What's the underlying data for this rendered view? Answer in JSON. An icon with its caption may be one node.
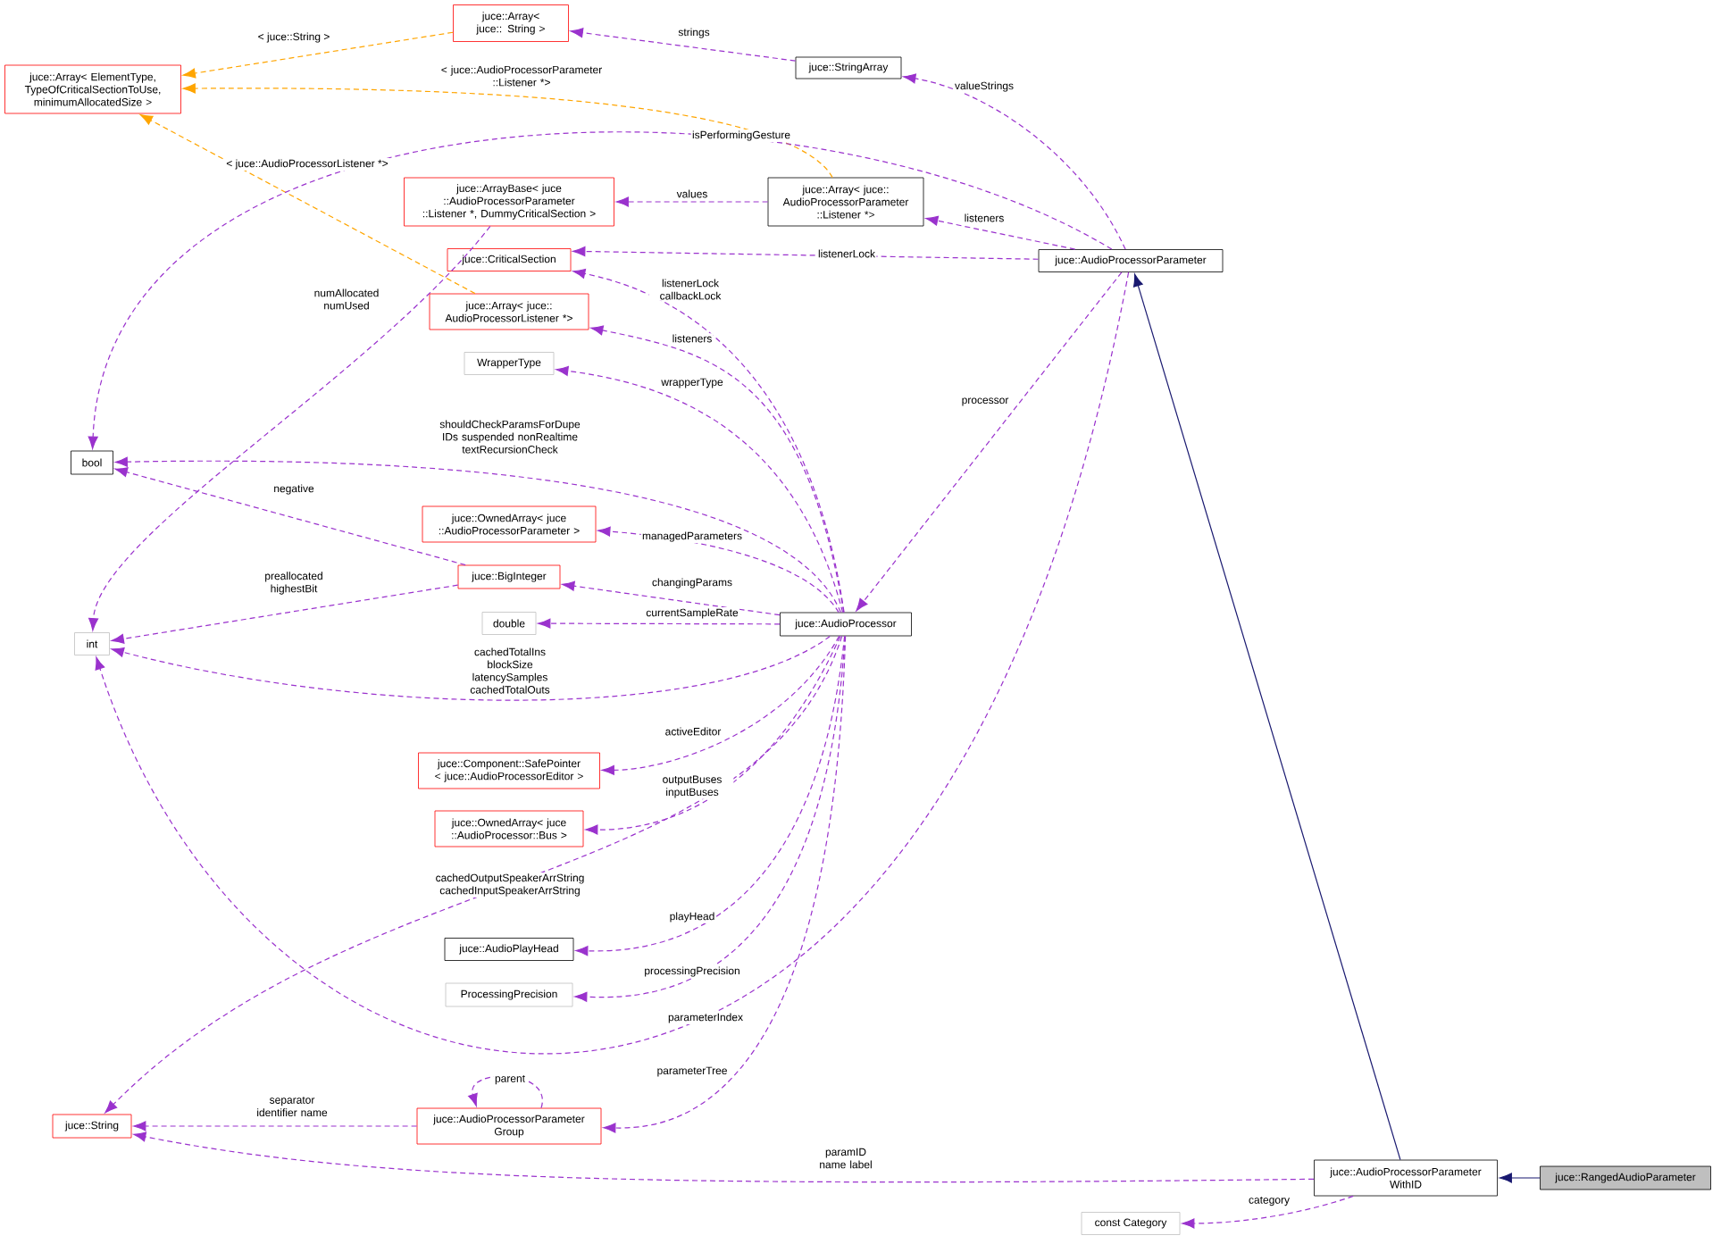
{
  "diagram": {
    "nodes": [
      {
        "text": [
          "juce::Array< ElementType, TypeOfCriticalSectionToUse, minimumAllocatedSize >"
        ]
      },
      {
        "text": [
          "juce::Array< juce:: String >"
        ]
      },
      {
        "text": [
          "juce::StringArray"
        ]
      },
      {
        "text": [
          "juce::ArrayBase< juce ::AudioProcessorParameter ::Listener *, DummyCriticalSection >"
        ]
      },
      {
        "text": [
          "juce::Array< juce:: AudioProcessorParameter ::Listener *>"
        ]
      },
      {
        "text": [
          "juce::CriticalSection"
        ]
      },
      {
        "text": [
          "juce::AudioProcessorParameter"
        ]
      },
      {
        "text": [
          "juce::Array< juce:: AudioProcessorListener *>"
        ]
      },
      {
        "text": [
          "WrapperType"
        ]
      },
      {
        "text": [
          "bool"
        ]
      },
      {
        "text": [
          "juce::OwnedArray< juce ::AudioProcessorParameter >"
        ]
      },
      {
        "text": [
          "juce::BigInteger"
        ]
      },
      {
        "text": [
          "double"
        ]
      },
      {
        "text": [
          "juce::AudioProcessor"
        ]
      },
      {
        "text": [
          "int"
        ]
      },
      {
        "text": [
          "juce::Component::SafePointer < juce::AudioProcessorEditor >"
        ]
      },
      {
        "text": [
          "juce::OwnedArray< juce ::AudioProcessor::Bus >"
        ]
      },
      {
        "text": [
          "juce::AudioPlayHead"
        ]
      },
      {
        "text": [
          "ProcessingPrecision"
        ]
      },
      {
        "text": [
          "juce::String"
        ]
      },
      {
        "text": [
          "juce::AudioProcessorParameter Group"
        ]
      },
      {
        "text": [
          "juce::AudioProcessorParameter WithID"
        ]
      },
      {
        "text": [
          "juce::RangedAudioParameter"
        ]
      },
      {
        "text": [
          "const Category"
        ]
      }
    ],
    "edges": [
      {
        "from": 1,
        "to": 0,
        "arrow": "to",
        "label": "< juce::String >",
        "style": "dashed",
        "color": "#ffa500"
      },
      {
        "from": 4,
        "to": 0,
        "arrow": "to",
        "label": "< juce::AudioProcessorParameter ::Listener *>",
        "style": "dashed",
        "color": "#ffa500"
      },
      {
        "from": 7,
        "to": 0,
        "arrow": "to",
        "label": "< juce::AudioProcessorListener *>",
        "style": "dashed",
        "color": "#ffa500"
      },
      {
        "from": 2,
        "to": 1,
        "arrow": "to",
        "label": "strings",
        "style": "dashed"
      },
      {
        "from": 6,
        "to": 2,
        "arrow": "to",
        "label": "valueStrings",
        "style": "dashed"
      },
      {
        "from": 6,
        "to": 9,
        "arrow": "to",
        "label": "isPerformingGesture",
        "style": "dashed"
      },
      {
        "from": 4,
        "to": 3,
        "arrow": "to",
        "label": "values",
        "style": "dashed"
      },
      {
        "from": 6,
        "to": 4,
        "arrow": "to",
        "label": "listeners",
        "style": "dashed"
      },
      {
        "from": 6,
        "to": 5,
        "arrow": "to",
        "label": "listenerLock",
        "style": "dashed"
      },
      {
        "from": 3,
        "to": 14,
        "arrow": "to",
        "label": "numAllocated numUsed",
        "style": "dashed"
      },
      {
        "from": 13,
        "to": 5,
        "arrow": "to",
        "label": "listenerLock callbackLock",
        "style": "dashed"
      },
      {
        "from": 13,
        "to": 7,
        "arrow": "to",
        "label": "listeners",
        "style": "dashed"
      },
      {
        "from": 13,
        "to": 8,
        "arrow": "to",
        "label": "wrapperType",
        "style": "dashed"
      },
      {
        "from": 13,
        "to": 9,
        "arrow": "to",
        "label": "shouldCheckParamsForDupe IDs suspended nonRealtime textRecursionCheck",
        "style": "dashed"
      },
      {
        "from": 13,
        "to": 10,
        "arrow": "to",
        "label": "managedParameters",
        "style": "dashed"
      },
      {
        "from": 11,
        "to": 9,
        "arrow": "to",
        "label": "negative",
        "style": "dashed"
      },
      {
        "from": 13,
        "to": 11,
        "arrow": "to",
        "label": "changingParams",
        "style": "dashed"
      },
      {
        "from": 11,
        "to": 14,
        "arrow": "to",
        "label": "preallocated highestBit",
        "style": "dashed"
      },
      {
        "from": 13,
        "to": 12,
        "arrow": "to",
        "label": "currentSampleRate",
        "style": "dashed"
      },
      {
        "from": 13,
        "to": 14,
        "arrow": "to",
        "label": "cachedTotalIns blockSize latencySamples cachedTotalOuts",
        "style": "dashed"
      },
      {
        "from": 6,
        "to": 13,
        "arrow": "to",
        "label": "processor",
        "style": "dashed"
      },
      {
        "from": 13,
        "to": 15,
        "arrow": "to",
        "label": "activeEditor",
        "style": "dashed"
      },
      {
        "from": 13,
        "to": 16,
        "arrow": "to",
        "label": "outputBuses inputBuses",
        "style": "dashed"
      },
      {
        "from": 13,
        "to": 19,
        "arrow": "to",
        "label": "cachedOutputSpeakerArrString cachedInputSpeakerArrString",
        "style": "dashed"
      },
      {
        "from": 13,
        "to": 17,
        "arrow": "to",
        "label": "playHead",
        "style": "dashed"
      },
      {
        "from": 13,
        "to": 18,
        "arrow": "to",
        "label": "processingPrecision",
        "style": "dashed"
      },
      {
        "from": 6,
        "to": 14,
        "arrow": "to",
        "label": "parameterIndex",
        "style": "dashed"
      },
      {
        "from": 13,
        "to": 20,
        "arrow": "to",
        "label": "parameterTree",
        "style": "dashed"
      },
      {
        "from": 20,
        "to": 20,
        "arrow": "to",
        "label": "parent",
        "style": "dashed"
      },
      {
        "from": 20,
        "to": 19,
        "arrow": "to",
        "label": "separator identifier name",
        "style": "dashed"
      },
      {
        "from": 21,
        "to": 19,
        "arrow": "to",
        "label": "paramID name label",
        "style": "dashed"
      },
      {
        "from": 21,
        "to": 6,
        "arrow": "to",
        "color": "#191970"
      },
      {
        "from": 22,
        "to": 21,
        "arrow": "to",
        "color": "#191970"
      },
      {
        "from": 21,
        "to": 23,
        "arrow": "to",
        "label": "category",
        "style": "dashed"
      }
    ]
  }
}
